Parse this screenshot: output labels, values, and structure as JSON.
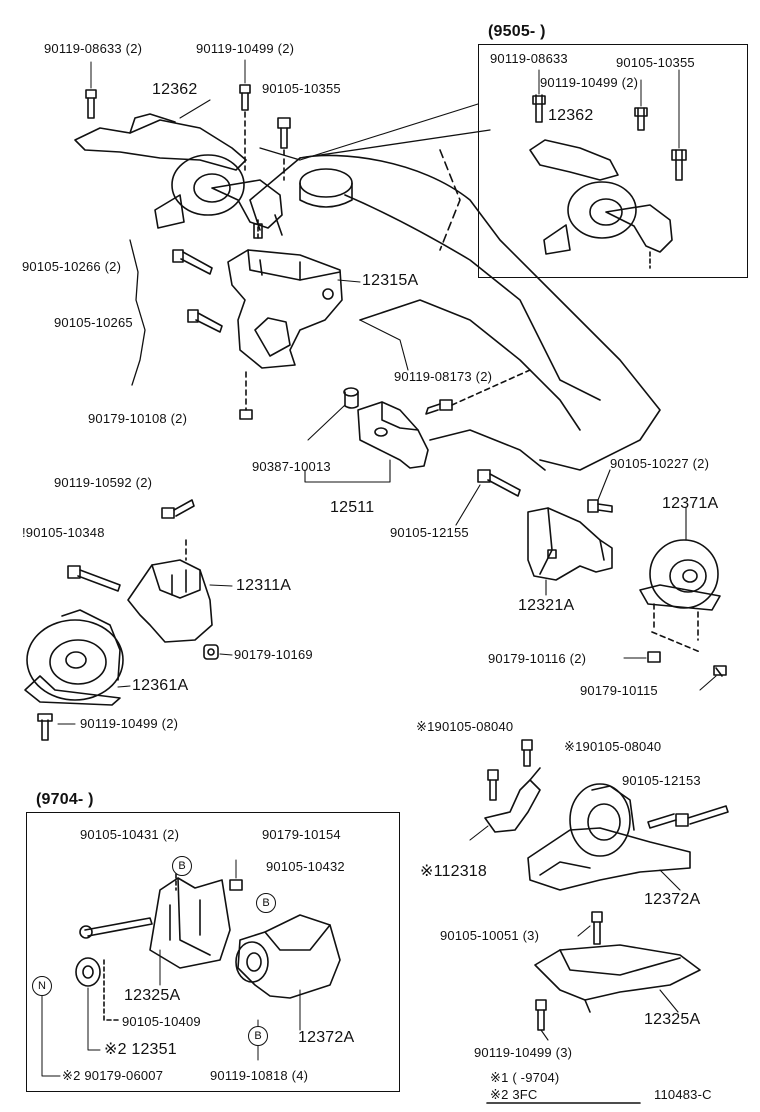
{
  "insets": {
    "top_right_heading": "(9505-        )",
    "bottom_left_heading": "(9704-        )"
  },
  "labels": {
    "p90119_08633": "90119-08633 (2)",
    "p90119_10499": "90119-10499 (2)",
    "p12362": "12362",
    "p90105_10355": "90105-10355",
    "p90105_10266": "90105-10266 (2)",
    "p90105_10265": "90105-10265",
    "p12315A": "12315A",
    "p90119_08173": "90119-08173 (2)",
    "p90179_10108": "90179-10108 (2)",
    "p90387_10013": "90387-10013",
    "p12511": "12511",
    "p90119_10592": "90119-10592 (2)",
    "p90105_10348": "!90105-10348",
    "p12311A": "12311A",
    "p90179_10169": "90179-10169",
    "p12361A": "12361A",
    "p90119_10499_b": "90119-10499 (2)",
    "p90105_12155": "90105-12155",
    "p90105_10227": "90105-10227 (2)",
    "p12371A": "12371A",
    "p12321A": "12321A",
    "p90179_10116": "90179-10116 (2)",
    "p90179_10115": "90179-10115",
    "p1_90105_08040_a": "※190105-08040",
    "p1_90105_08040_b": "※190105-08040",
    "p90105_12153": "90105-12153",
    "p112318": "※112318",
    "p12372A": "12372A",
    "p90105_10051": "90105-10051 (3)",
    "p12325A": "12325A",
    "p90119_10499_c": "90119-10499 (3)",
    "i_90119_08633": "90119-08633",
    "i_90105_10355": "90105-10355",
    "i_90119_10499": "90119-10499 (2)",
    "i_12362": "12362",
    "b_90105_10431": "90105-10431 (2)",
    "b_90179_10154": "90179-10154",
    "b_90105_10432": "90105-10432",
    "b_12325A": "12325A",
    "b_90105_10409": "90105-10409",
    "b_12351": "※2 12351",
    "b_12372A": "12372A",
    "b_90179_06007": "※2 90179-06007",
    "b_90119_10818": "90119-10818 (4)"
  },
  "callouts": {
    "b": "B",
    "n": "N"
  },
  "footnotes": {
    "note1": "※1 (         -9704)",
    "note2": "※2 3FC"
  },
  "diagram_id": "110483-C"
}
